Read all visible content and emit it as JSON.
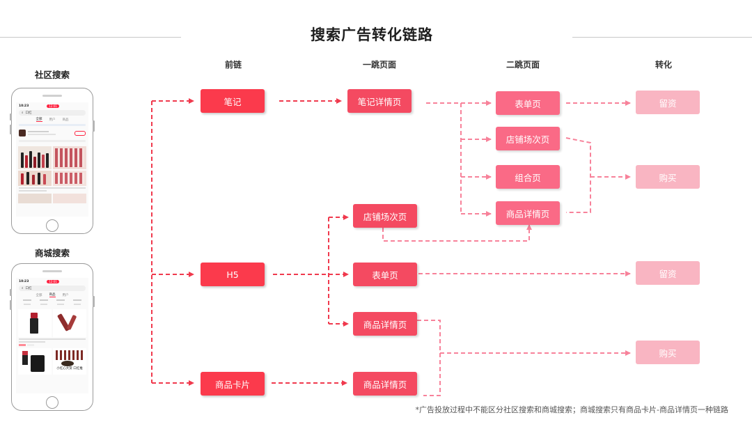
{
  "title": "搜索广告转化链路",
  "columns": [
    "前链",
    "一跳页面",
    "二跳页面",
    "转化"
  ],
  "phones": {
    "community": {
      "label": "社区搜索",
      "time": "10:23",
      "badge": "12:01",
      "query": "口红",
      "tabs": [
        "全部",
        "用户",
        "商品"
      ],
      "active_tab": "全部"
    },
    "mall": {
      "label": "商城搜索",
      "time": "10:23",
      "badge": "12:01",
      "query": "口红",
      "tabs": [
        "全部",
        "商品",
        "用户"
      ],
      "active_tab": "商品",
      "card_caption": "小红心大赏 口红推"
    }
  },
  "nodes": {
    "pre_note": "笔记",
    "pre_h5": "H5",
    "pre_card": "商品卡片",
    "j1_note_detail": "笔记详情页",
    "j1_store": "店铺场次页",
    "j1_form": "表单页",
    "j1_product": "商品详情页",
    "j1_product_b": "商品详情页",
    "j2_form": "表单页",
    "j2_store": "店铺场次页",
    "j2_combo": "组合页",
    "j2_product": "商品详情页",
    "cv_leads_1": "留资",
    "cv_buy_1": "购买",
    "cv_leads_2": "留资",
    "cv_buy_2": "购买"
  },
  "colors": {
    "pre_link": "#fb3a4c",
    "jump1": "#f44a61",
    "jump2": "#fa6a86",
    "conversion": "#f9b5c2",
    "arrow_dark": "#f0394d",
    "arrow_light": "#f7829a"
  },
  "footnote": "*广告投放过程中不能区分社区搜索和商城搜索；商城搜索只有商品卡片-商品详情页一种链路"
}
